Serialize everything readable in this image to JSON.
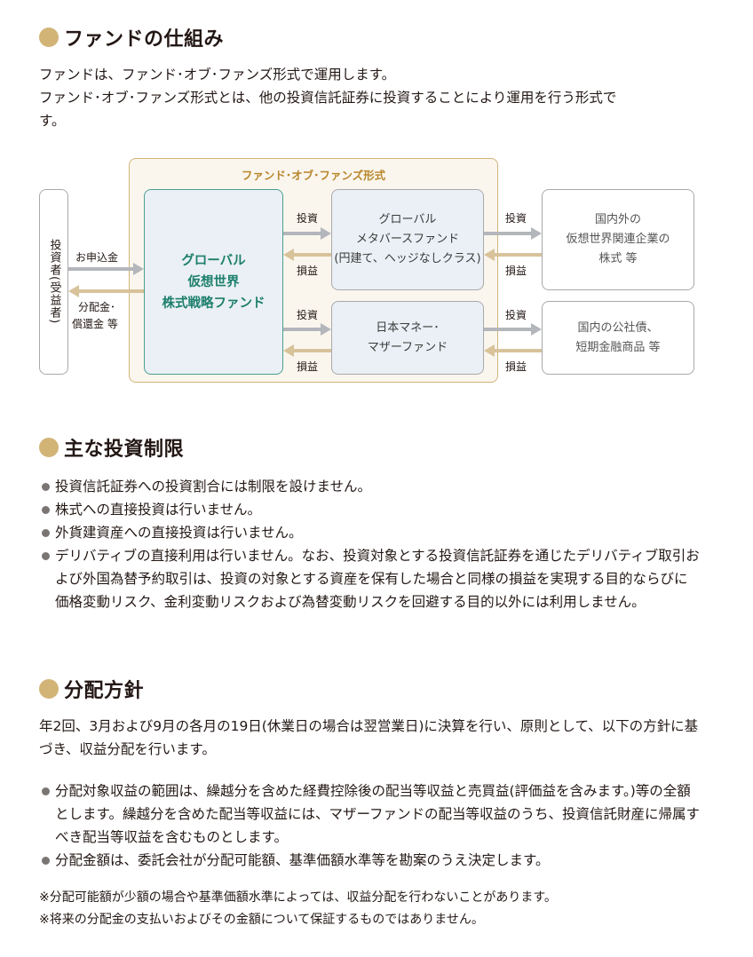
{
  "sections": {
    "structure": {
      "heading": "ファンドの仕組み",
      "line1": "ファンドは、ファンド･オブ･ファンズ形式で運用します。",
      "line2": "ファンド･オブ･ファンズ形式とは、他の投資信託証券に投資することにより運用を行う形式で",
      "line3": "す。"
    },
    "restrictions": {
      "heading": "主な投資制限",
      "items": [
        "投資信託証券への投資割合には制限を設けません。",
        "株式への直接投資は行いません。",
        "外貨建資産への直接投資は行いません。",
        "デリバティブの直接利用は行いません。なお、投資対象とする投資信託証券を通じたデリバティブ取引および外国為替予約取引は、投資の対象とする資産を保有した場合と同様の損益を実現する目的ならびに価格変動リスク、金利変動リスクおよび為替変動リスクを回避する目的以外には利用しません。"
      ]
    },
    "distribution": {
      "heading": "分配方針",
      "intro": "年2回、3月および9月の各月の19日(休業日の場合は翌営業日)に決算を行い、原則として、以下の方針に基づき、収益分配を行います。",
      "items": [
        "分配対象収益の範囲は、繰越分を含めた経費控除後の配当等収益と売買益(評価益を含みます。)等の全額とします。繰越分を含めた配当等収益には、マザーファンドの配当等収益のうち、投資信託財産に帰属すべき配当等収益を含むものとします。",
        "分配金額は、委託会社が分配可能額、基準価額水準等を勘案のうえ決定します。"
      ],
      "notes": [
        "※分配可能額が少額の場合や基準価額水準によっては、収益分配を行わないことがあります。",
        "※将来の分配金の支払いおよびその金額について保証するものではありません。"
      ]
    }
  },
  "diagram": {
    "frame_label": "ファンド･オブ･ファンズ形式",
    "investor": "投資者(受益者)",
    "subscription": "お申込金",
    "payout_line1": "分配金･",
    "payout_line2": "償還金 等",
    "global_fund": [
      "グローバル",
      "仮想世界",
      "株式戦略ファンド"
    ],
    "meta_fund": [
      "グローバル",
      "メタバースファンド",
      "(円建て、ヘッジなしクラス)"
    ],
    "money_fund": [
      "日本マネー･",
      "マザーファンド"
    ],
    "target1": [
      "国内外の",
      "仮想世界関連企業の",
      "株式 等"
    ],
    "target2": [
      "国内の公社債、",
      "短期金融商品 等"
    ],
    "invest": "投資",
    "profit": "損益"
  },
  "colors": {
    "accent_gold": "#d2b477",
    "fund_green": "#1d7f6c",
    "arrow_gray": "#b3b6bb",
    "arrow_tan": "#d8c29a"
  }
}
